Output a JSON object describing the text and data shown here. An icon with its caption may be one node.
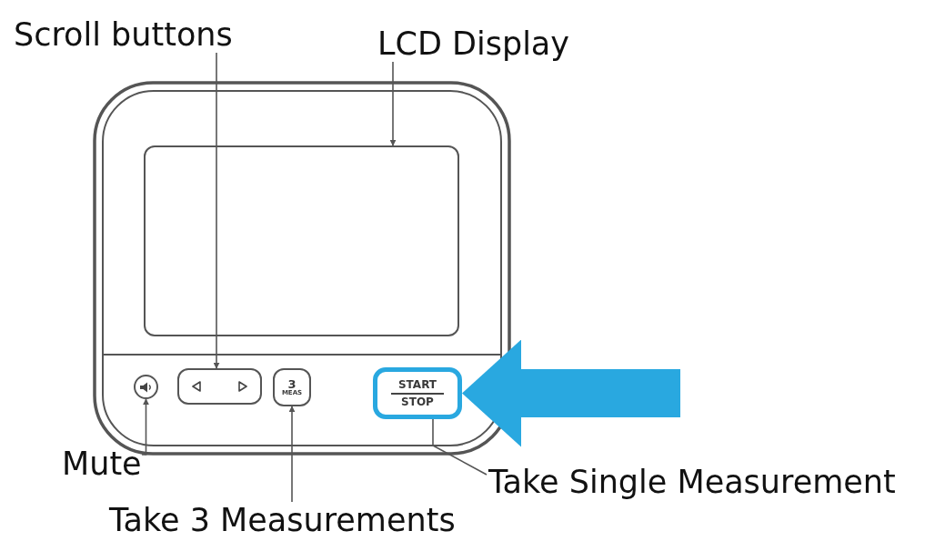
{
  "diagram": {
    "nodes": [
      {
        "text": [
          "Scroll buttons"
        ]
      },
      {
        "text": [
          "LCD Display"
        ]
      },
      {
        "text": [],
        "shape": "box"
      },
      {
        "text": [],
        "shape": "box"
      },
      {
        "text": [],
        "shape": "circle"
      },
      {
        "text": [
          "3",
          "MEAS"
        ]
      },
      {
        "text": [
          "START",
          "STOP"
        ]
      },
      {
        "text": [
          "Mute"
        ]
      },
      {
        "text": [
          "Take Single Measurement"
        ]
      },
      {
        "text": [
          "Take 3 Measurements"
        ]
      }
    ],
    "edges": [
      {
        "from": 0,
        "to": 3,
        "arrow": "to"
      },
      {
        "from": 1,
        "to": 2,
        "arrow": "to"
      },
      {
        "from": 7,
        "to": 4,
        "arrow": "to"
      },
      {
        "from": 9,
        "to": 5,
        "arrow": "to"
      },
      {
        "from": 8,
        "to": 6,
        "arrow": "none"
      },
      {
        "from": null,
        "to": 6,
        "arrow": "to",
        "style": "thick",
        "color": "#29a8e0"
      }
    ]
  }
}
